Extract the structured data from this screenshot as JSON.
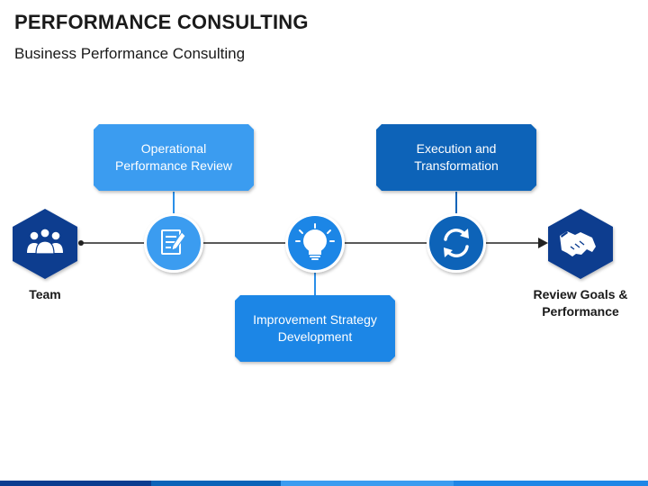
{
  "header": {
    "title": "PERFORMANCE CONSULTING",
    "subtitle": "Business Performance Consulting"
  },
  "start": {
    "label": "Team",
    "icon": "team-icon"
  },
  "end": {
    "label_line1": "Review Goals &",
    "label_line2": "Performance",
    "icon": "handshake-icon"
  },
  "steps": [
    {
      "label_line1": "Operational",
      "label_line2": "Performance Review",
      "icon": "checklist-icon",
      "position": "above"
    },
    {
      "label_line1": "Improvement Strategy",
      "label_line2": "Development",
      "icon": "lightbulb-icon",
      "position": "below"
    },
    {
      "label_line1": "Execution and",
      "label_line2": "Transformation",
      "icon": "refresh-icon",
      "position": "above"
    }
  ],
  "colors": {
    "light_blue": "#3b9cf0",
    "medium_blue": "#1f86e6",
    "dark_blue": "#0b63b8",
    "navy": "#0b3c8f",
    "line": "#222222"
  }
}
